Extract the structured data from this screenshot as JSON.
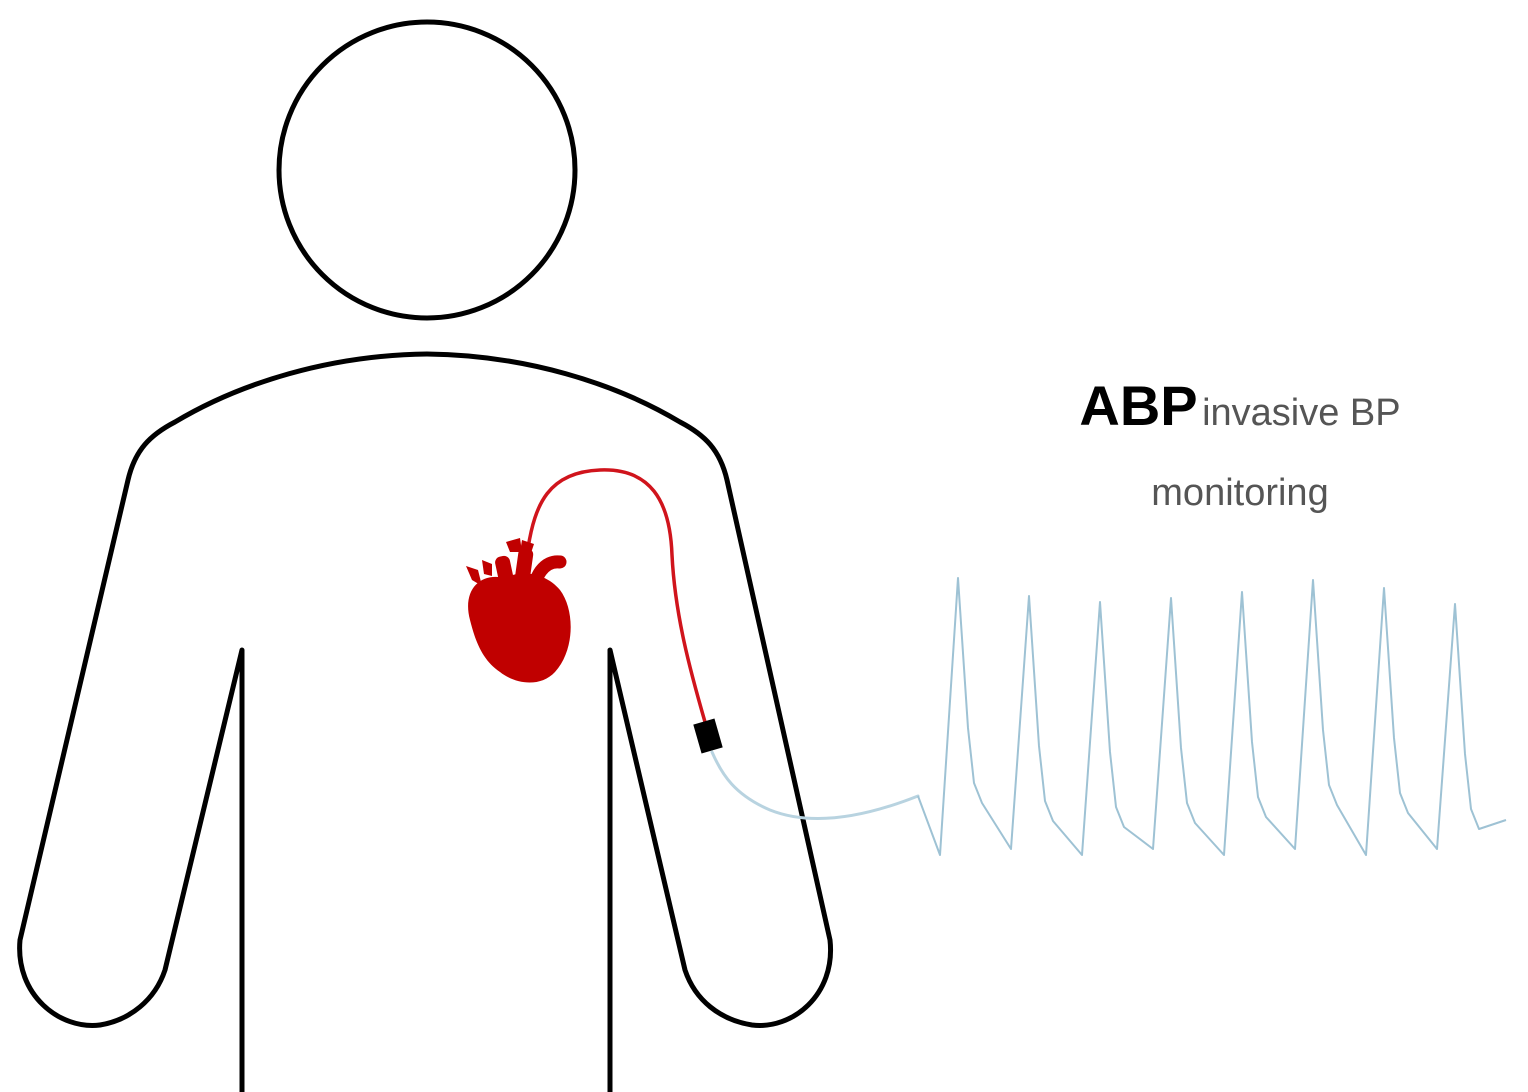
{
  "label": {
    "abbreviation": "ABP",
    "description": "invasive BP monitoring"
  },
  "colors": {
    "outline": "#000000",
    "heart": "#c00000",
    "catheter": "#d0141c",
    "waveform": "#9ec2d4",
    "transducer": "#000000"
  },
  "icons": {
    "figure": "human-figure-outline",
    "heart": "anatomical-heart-icon",
    "catheter": "arterial-catheter-line",
    "transducer": "pressure-transducer",
    "waveform": "arterial-pressure-waveform"
  },
  "waveform": {
    "beats": 8
  }
}
